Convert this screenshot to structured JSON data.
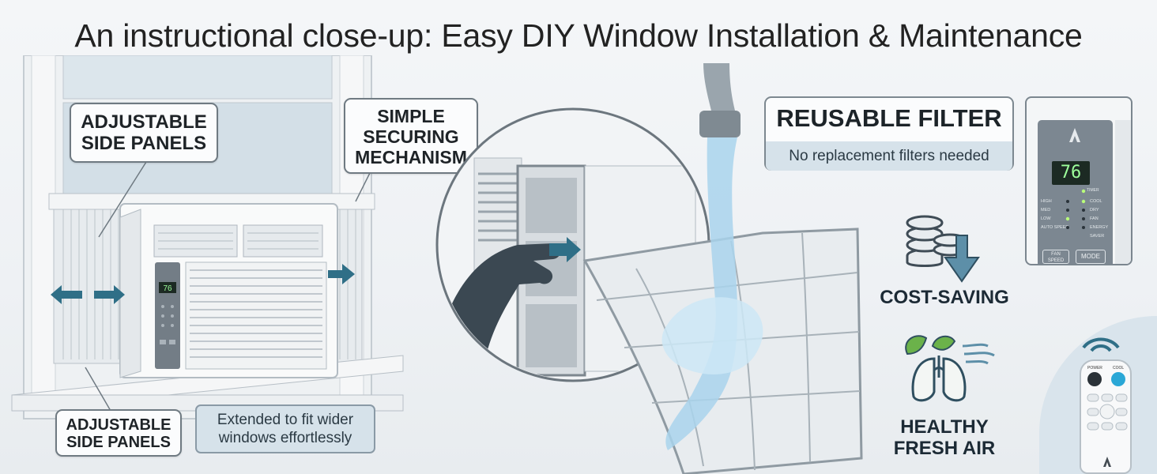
{
  "title": "An instructional close-up: Easy DIY Window Installation & Maintenance",
  "callouts": {
    "adjustable_top": [
      "ADJUSTABLE",
      "SIDE PANELS"
    ],
    "securing": [
      "SIMPLE",
      "SECURING",
      "MECHANISM"
    ],
    "adjustable_bottom": [
      "ADJUSTABLE",
      "SIDE PANELS"
    ],
    "extended": [
      "Extended to fit wider",
      "windows effortlessly"
    ]
  },
  "filter": {
    "heading": "REUSABLE FILTER",
    "sub": "No replacement filters needed"
  },
  "control_panel": {
    "display": "76",
    "timer": "TIMER",
    "left_labels": [
      "HIGH",
      "MED",
      "LOW",
      "AUTO SPEED"
    ],
    "right_labels": [
      "COOL",
      "DRY",
      "FAN",
      "ENERGY SAVER"
    ],
    "fan_button": "FAN SPEED",
    "mode_button": "MODE"
  },
  "features": {
    "cost": "COST-SAVING",
    "healthy": [
      "HEALTHY",
      "FRESH AIR"
    ]
  },
  "remote": {
    "power": "POWER",
    "cool": "COOL"
  },
  "colors": {
    "accent": "#2f6f87",
    "arrow": "#2f6f87",
    "panel_gray": "#7b8690",
    "lcd": "#1c2a23",
    "lcd_digits": "#9dff9b",
    "leaf_green": "#6bb24a",
    "remote_blue": "#2aa7d6"
  }
}
